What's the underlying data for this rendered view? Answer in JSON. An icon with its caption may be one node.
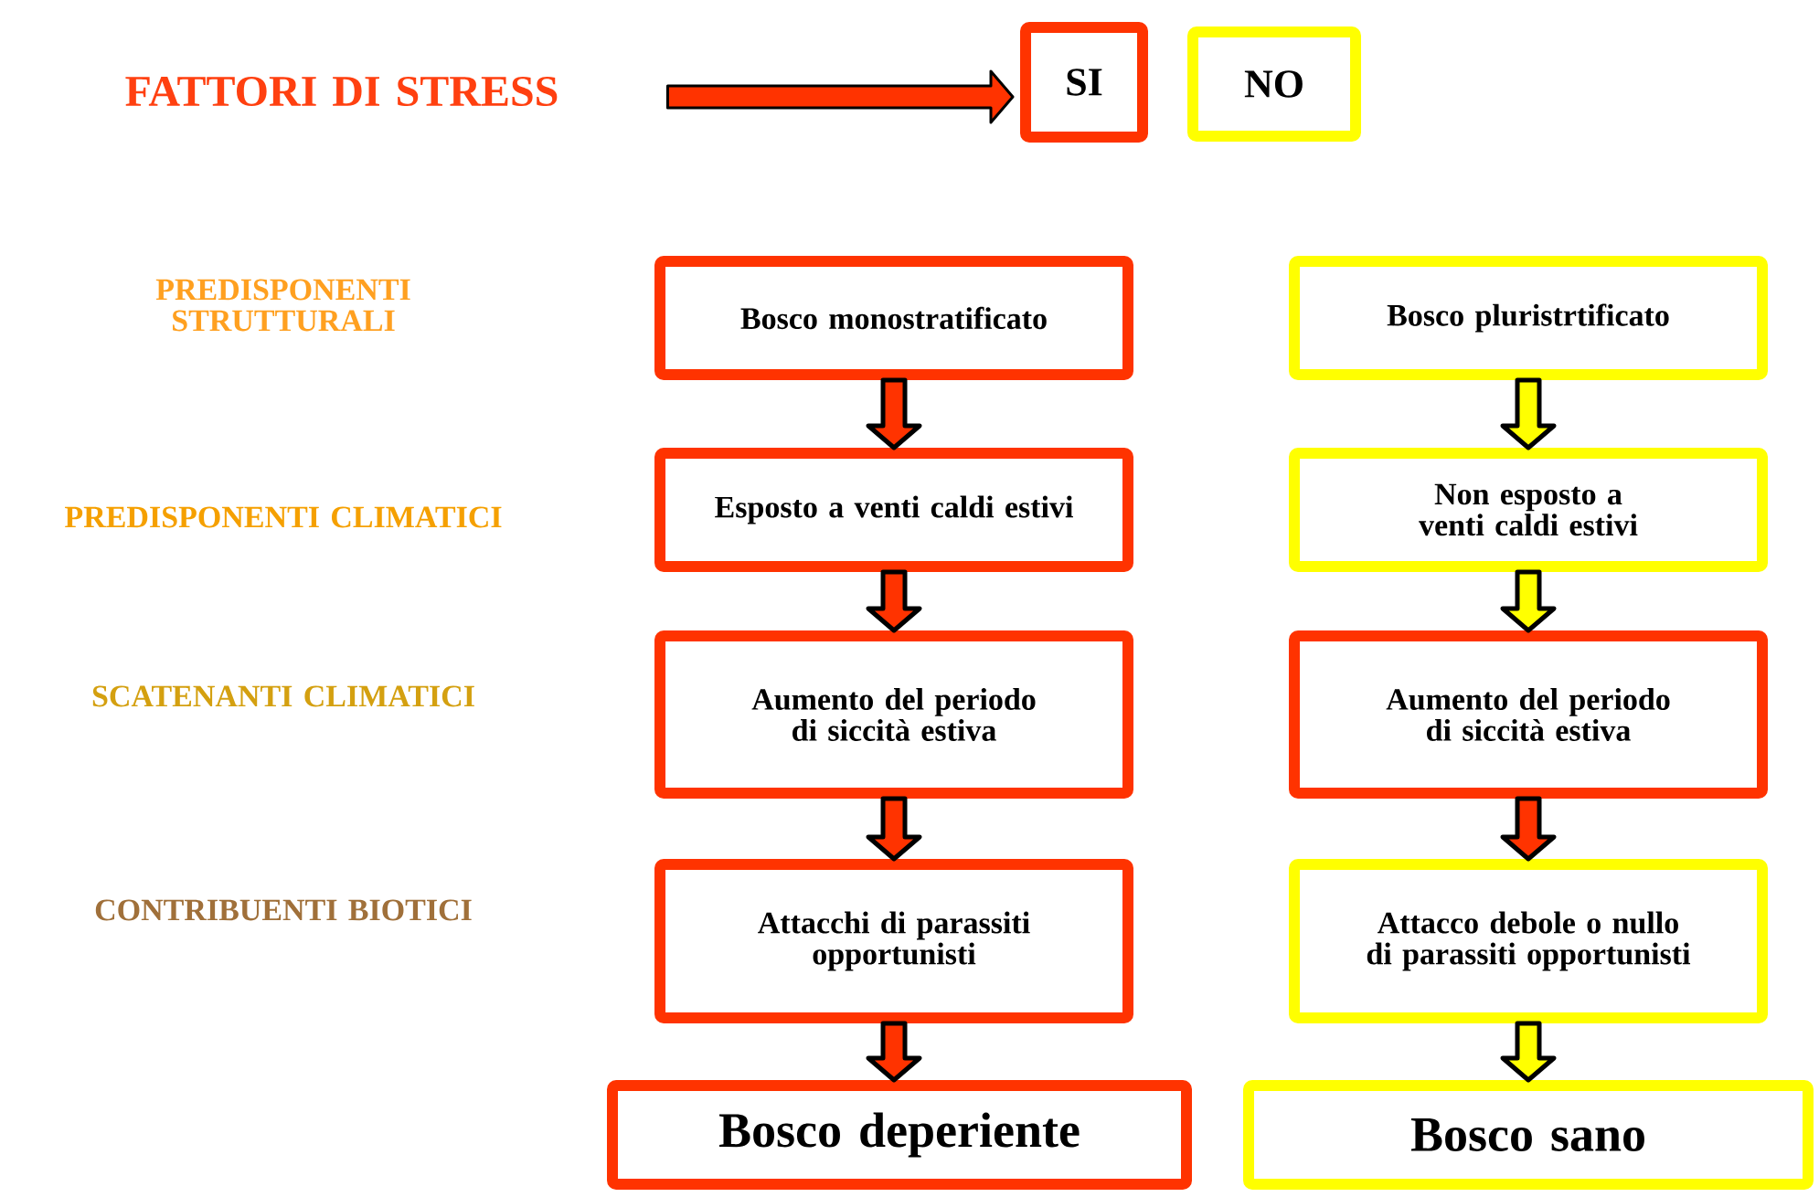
{
  "diagram": {
    "nodes": [
      {
        "text": [
          "FATTORI DI STRESS"
        ]
      },
      {
        "text": [
          "SI"
        ]
      },
      {
        "text": [
          "NO"
        ]
      },
      {
        "text": [
          "Bosco monostratificato"
        ]
      },
      {
        "text": [
          "Esposto a venti caldi estivi"
        ]
      },
      {
        "text": [
          "Aumento del periodo di siccità estiva"
        ]
      },
      {
        "text": [
          "Attacchi di parassiti opportunisti"
        ]
      },
      {
        "text": [
          "Bosco deperiente"
        ]
      },
      {
        "text": [
          "Bosco pluristrtificato"
        ]
      },
      {
        "text": [
          "Non esposto a venti caldi estivi"
        ]
      },
      {
        "text": [
          "Aumento del periodo di siccità estiva"
        ]
      },
      {
        "text": [
          "Attacco debole o nullo di parassiti opportunisti"
        ]
      },
      {
        "text": [
          "Bosco sano"
        ]
      }
    ],
    "edges": [
      {
        "from": 0,
        "to": 1,
        "arrow": "to"
      },
      {
        "from": 3,
        "to": 4,
        "arrow": "to"
      },
      {
        "from": 4,
        "to": 5,
        "arrow": "to"
      },
      {
        "from": 5,
        "to": 6,
        "arrow": "to"
      },
      {
        "from": 6,
        "to": 7,
        "arrow": "to"
      },
      {
        "from": 8,
        "to": 9,
        "arrow": "to",
        "color": "#ffff00"
      },
      {
        "from": 9,
        "to": 10,
        "arrow": "to",
        "color": "#ffff00"
      },
      {
        "from": 10,
        "to": 11,
        "arrow": "to"
      },
      {
        "from": 11,
        "to": 12,
        "arrow": "to",
        "color": "#ffff00"
      }
    ],
    "labels": [
      "PREDISPONENTI STRUTTURALI",
      "PREDISPONENTI CLIMATICI",
      "SCATENANTI CLIMATICI",
      "CONTRIBUENTI BIOTICI"
    ]
  }
}
